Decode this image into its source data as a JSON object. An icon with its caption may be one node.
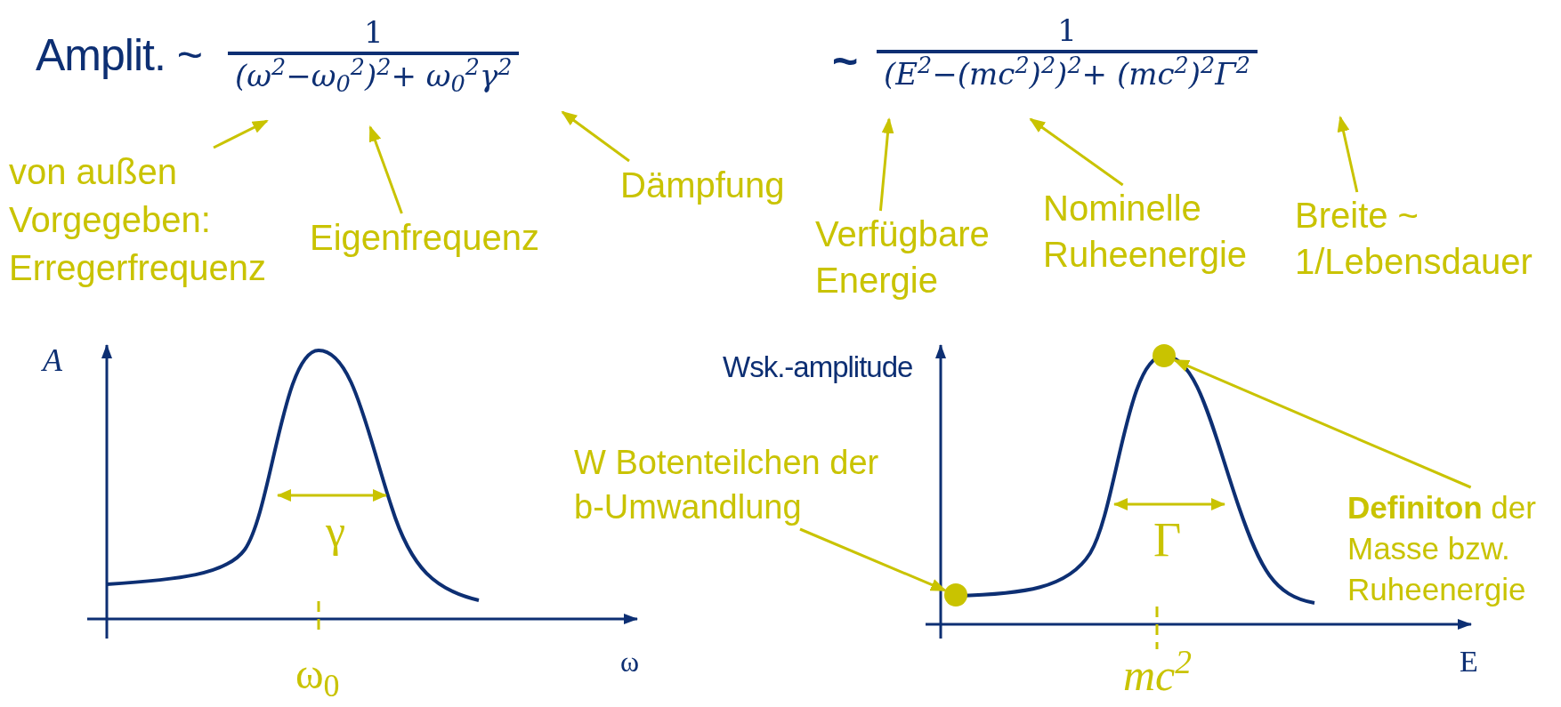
{
  "diagram": {
    "nodes": [
      {
        "text": [
          "von außen Vorgegeben: Erregerfrequenz"
        ]
      },
      {
        "text": [
          "Eigenfrequenz"
        ]
      },
      {
        "text": [
          "Dämpfung"
        ]
      },
      {
        "text": [
          "Verfügbare Energie"
        ]
      },
      {
        "text": [
          "Nominelle Ruheenergie"
        ]
      },
      {
        "text": [
          "Breite ~ 1/Lebensdauer"
        ]
      },
      {
        "text": [
          "W Botenteilchen der b-Umwandlung"
        ]
      },
      {
        "text": [
          "**Definiton** der Masse bzw. Ruheenergie"
        ]
      },
      {
        "text": [],
        "shape": "circle"
      },
      {
        "text": [],
        "shape": "circle"
      }
    ],
    "edges": [
      {
        "from": 0,
        "to": null,
        "arrow": "to"
      },
      {
        "from": 1,
        "to": null,
        "arrow": "to"
      },
      {
        "from": 2,
        "to": null,
        "arrow": "to"
      },
      {
        "from": 3,
        "to": null,
        "arrow": "to"
      },
      {
        "from": 4,
        "to": null,
        "arrow": "to"
      },
      {
        "from": 5,
        "to": null,
        "arrow": "to"
      },
      {
        "from": 6,
        "to": 8,
        "arrow": "to"
      },
      {
        "from": 7,
        "to": 9,
        "arrow": "to"
      }
    ],
    "labels": [
      "Amplit. ~",
      "1",
      "(ω$^{2}$−ω$_{0}$$^{2}$)$^{2}$+ ω$_{0}$$^{2}$γ$^{2}$",
      "~",
      "1",
      "(E$^{2}$−(mc$^{2}$)$^{2}$)$^{2}$+ (mc$^{2}$)$^{2}$Γ$^{2}$",
      "A",
      "Wsk.-amplitude",
      "γ",
      "Γ",
      "ω",
      "ω$_{0}$",
      "E",
      "mc$^{2}$"
    ]
  }
}
